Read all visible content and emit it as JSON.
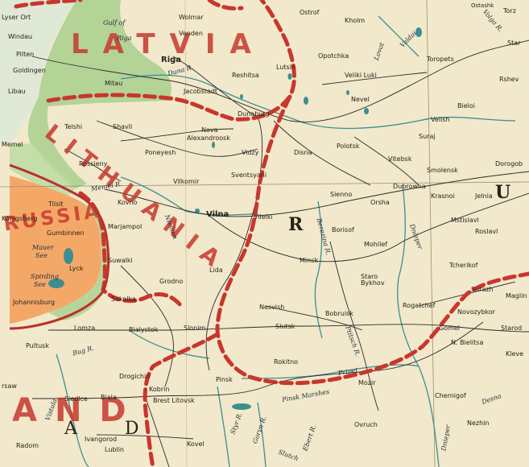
{
  "regions": {
    "latvia": "LATVIA",
    "lithuania": "LITHUANIA",
    "prussia": "RUSSIA",
    "poland": "AND",
    "poland_sub": "A   D",
    "russia_r": "R",
    "russia_u": "U"
  },
  "water": {
    "gulf": "Gulf of",
    "riga_water": "Riga",
    "duna": "Duna R.",
    "mauer": "Mauer",
    "see1": "See",
    "spirding": "Spirding",
    "see2": "See",
    "berezina": "Berezina R.",
    "dnieper": "Dnieper",
    "pinsk_marshes": "Pinsk Marshes",
    "pripet": "Pripet",
    "styr": "Styr R.",
    "goryn": "Goryn R.",
    "bug": "Bug R.",
    "vistula": "Vistula",
    "valdai": "Valdai",
    "lovat": "Lovat",
    "volga": "Volga R.",
    "desna": "Desna",
    "ptitsch": "Ptitsch R.",
    "sluch": "Slutch",
    "ebert": "Ebert R.",
    "niemen": "Niemen",
    "memel_r": "Memel R.",
    "dnieper_r": "Dnieper"
  },
  "towns": {
    "lyser": "Lyser Ort",
    "windau": "Windau",
    "pilten": "Pilten",
    "goldingen": "Goldingen",
    "libau": "Libau",
    "memel": "Memel",
    "telsh": "Telshi",
    "shavli": "Shavli",
    "rossieny": "Rossieny",
    "mitau": "Mitau",
    "riga": "Riga",
    "wolmar": "Wolmar",
    "venden": "Venden",
    "jacobstadt": "Jacobstadt",
    "reshitsa": "Reshitsa",
    "lutsin": "Lutsin",
    "opotchka": "Opotchka",
    "ostrof": "Ostrof",
    "kholm": "Kholm",
    "veliki_luki": "Veliki Luki",
    "nevel": "Nevel",
    "toropets": "Toropets",
    "rshev": "Rshev",
    "bieloi": "Bieloi",
    "staritsa": "Star",
    "torzhok": "Torz",
    "ostashkov": "Ostashk",
    "dunaburg": "Dunaburg",
    "nova_alex": "Nova",
    "alexandroosk": "Alexandroosk",
    "ponevyesh": "Poneyesh",
    "vidzy": "Vidzy",
    "disna": "Disna",
    "polotsk": "Polotsk",
    "velish": "Velish",
    "suraj": "Suraj",
    "vitebsk": "Vitebsk",
    "smolensk": "Smolensk",
    "dorogobuzh": "Dorogob",
    "vilkomir": "Vilkomir",
    "sventsyany": "Sventsyani",
    "kovno": "Kovno",
    "tilsit": "Tilsit",
    "konigsberg": "Königsberg",
    "gumbinnen": "Gumbinnen",
    "marjampol": "Marjampol",
    "suwalki": "Suwalki",
    "lyck": "Lyck",
    "johannisburg": "Johannisburg",
    "vilna": "Vilna",
    "vileiki": "Vileiki",
    "sienno": "Sienno",
    "orsha": "Orsha",
    "dubrowna": "Dubrowna",
    "krasnoi": "Krasnoi",
    "jelnia": "Jelnia",
    "borisof": "Borisof",
    "mohilef": "Mohilef",
    "mstislavl": "Mstislavl",
    "roslavl": "Roslavl",
    "minsk": "Minsk",
    "lida": "Lida",
    "grodno": "Grodno",
    "sokolka": "Sokolka",
    "lomza": "Lomza",
    "bialystok": "Bialystok",
    "slonim": "Slonim",
    "nesvish": "Nesvish",
    "slutsk": "Slutsk",
    "bobruisk": "Bobruisk",
    "stary_bykhov": "Staro Bykhov",
    "tcherikof": "Tcherikof",
    "rogatchef": "Rogatchef",
    "gomel": "Gomel",
    "novozybkov": "Novozybkor",
    "n_bielitsa": "N. Bielitsa",
    "starod": "Starod",
    "surazh_s": "Surazh",
    "maglin": "Maglin",
    "klintsy": "Kleve",
    "pultusk": "Pultusk",
    "warsaw": "rsaw",
    "siedlce": "Siedlce",
    "drogichin": "Drogichin",
    "kobrin": "Kobrin",
    "pinsk": "Pinsk",
    "brest": "Brest Litovsk",
    "biala": "Biala",
    "rokitno": "Rokitno",
    "mozir": "Mozir",
    "ovruch": "Ovruch",
    "chernigof": "Chernigof",
    "nezhin": "Nezhin",
    "kovel": "Kovel",
    "ivangorod": "Ivangorod",
    "lublin": "Lublin",
    "radom": "Radom"
  },
  "colors": {
    "paper": "#f2e8cb",
    "latvia_green": "#a8cf8e",
    "prussia_orange": "#f4a868",
    "border_red": "#c8362c",
    "river_blue": "#3c8f8f",
    "rail": "#2b2b2b"
  }
}
